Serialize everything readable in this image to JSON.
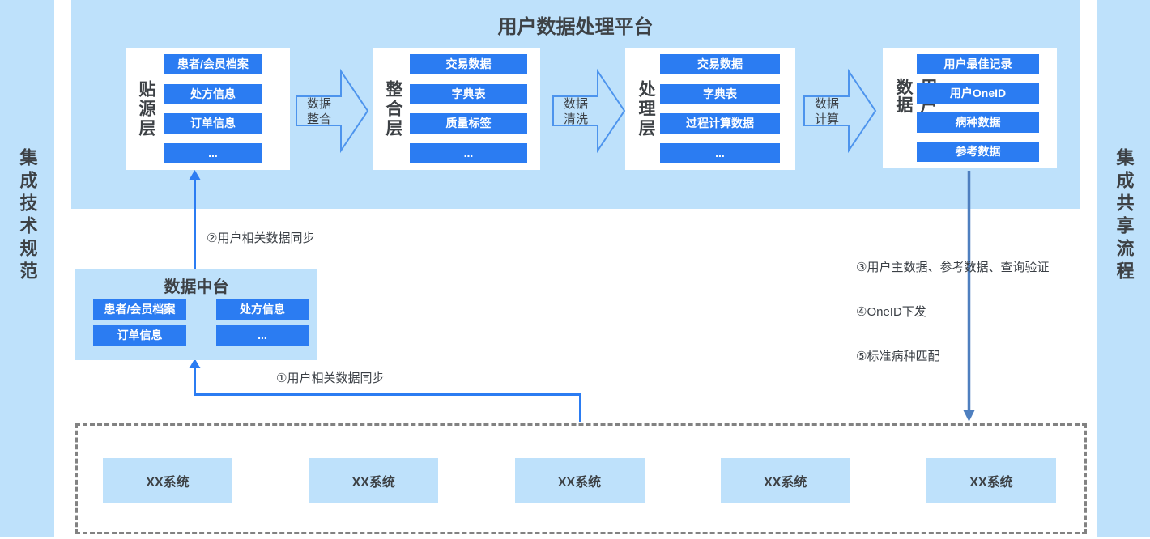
{
  "left_sidebar": {
    "label": "集成技术规范"
  },
  "right_sidebar": {
    "label": "集成共享流程"
  },
  "platform": {
    "title": "用户数据处理平台",
    "layers": [
      {
        "name": "贴源层",
        "items": [
          "患者/会员档案",
          "处方信息",
          "订单信息",
          "..."
        ]
      },
      {
        "name": "整合层",
        "items": [
          "交易数据",
          "字典表",
          "质量标签",
          "..."
        ]
      },
      {
        "name": "处理层",
        "items": [
          "交易数据",
          "字典表",
          "过程计算数据",
          "..."
        ]
      },
      {
        "name": "用户主数据",
        "items": [
          "用户最佳记录",
          "用户OneID",
          "病种数据",
          "参考数据"
        ]
      }
    ],
    "flow_arrows": [
      {
        "label": "数据\n整合"
      },
      {
        "label": "数据\n清洗"
      },
      {
        "label": "数据\n计算"
      }
    ]
  },
  "data_middle": {
    "title": "数据中台",
    "items": [
      "患者/会员档案",
      "处方信息",
      "订单信息",
      "..."
    ]
  },
  "annotations": {
    "sync2": "②用户相关数据同步",
    "sync1": "①用户相关数据同步",
    "step3": "③用户主数据、参考数据、查询验证",
    "step4": "④OneID下发",
    "step5": "⑤标准病种匹配"
  },
  "systems": [
    "XX系统",
    "XX系统",
    "XX系统",
    "XX系统",
    "XX系统"
  ],
  "colors": {
    "light_blue": "#bee1fb",
    "bright_blue": "#2b7cf2",
    "steel_blue": "#4e7fbf",
    "chevron_stroke": "#4d94ed",
    "dark_text": "#3d4145",
    "dash_gray": "#828282"
  }
}
